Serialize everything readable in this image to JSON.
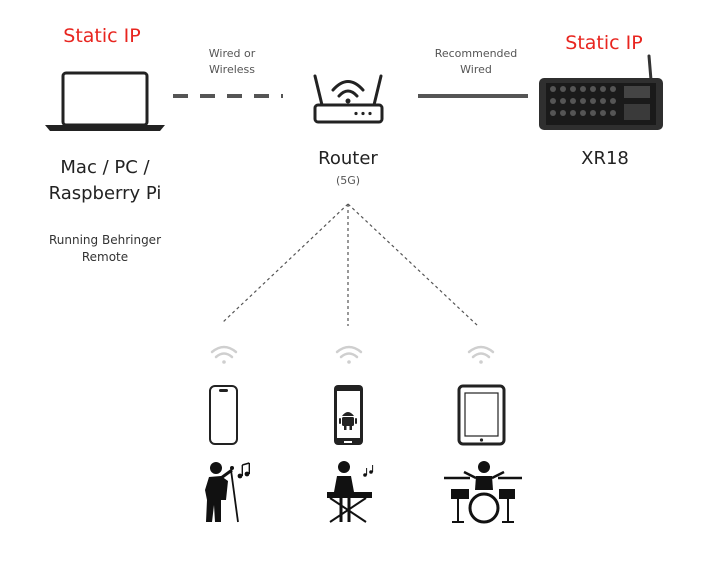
{
  "diagram": {
    "laptop": {
      "ip_label": "Static IP",
      "name_line1": "Mac / PC /",
      "name_line2": "Raspberry Pi",
      "note_line1": "Running Behringer",
      "note_line2": "Remote"
    },
    "router": {
      "name": "Router",
      "band": "(5G)"
    },
    "mixer": {
      "ip_label": "Static IP",
      "name": "XR18"
    },
    "connections": {
      "laptop_router_line1": "Wired or",
      "laptop_router_line2": "Wireless",
      "router_mixer_line1": "Recommended",
      "router_mixer_line2": "Wired"
    },
    "clients": [
      {
        "device": "iphone-icon",
        "musician": "singer-icon"
      },
      {
        "device": "android-phone-icon",
        "musician": "keyboard-player-icon"
      },
      {
        "device": "tablet-icon",
        "musician": "drummer-icon"
      }
    ],
    "colors": {
      "static_ip": "#e8251f",
      "line": "#555555",
      "icon": "#222222",
      "wifi": "#cfcfcf"
    }
  }
}
